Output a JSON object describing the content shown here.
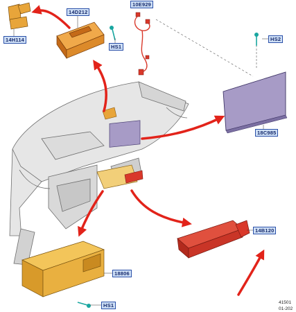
{
  "callouts": {
    "top_left_bracket": "14H114",
    "top_module": "14D212",
    "top_screw": "HS1",
    "wiring_harness": "10E929",
    "display_screw": "HS2",
    "display": "18C985",
    "bottom_module": "18806",
    "bottom_screw": "HS1",
    "right_module": "14B120"
  },
  "reference": {
    "number": "41501",
    "date": "01-202"
  },
  "colors": {
    "part_orange": "#e8a53a",
    "part_red": "#d9382a",
    "display_purple": "#a79bc6",
    "arrow_red": "#e2231a",
    "callout_fill": "#cfe0f6",
    "callout_border": "#2a4fa8",
    "screw_teal": "#19a6a0"
  }
}
